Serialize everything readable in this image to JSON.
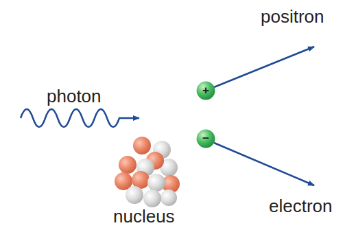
{
  "diagram": {
    "nodes": [
      {
        "text": [
          "+"
        ]
      },
      {
        "text": [
          "−"
        ]
      }
    ],
    "labels": [
      "photon",
      "positron",
      "electron",
      "nucleus"
    ]
  }
}
